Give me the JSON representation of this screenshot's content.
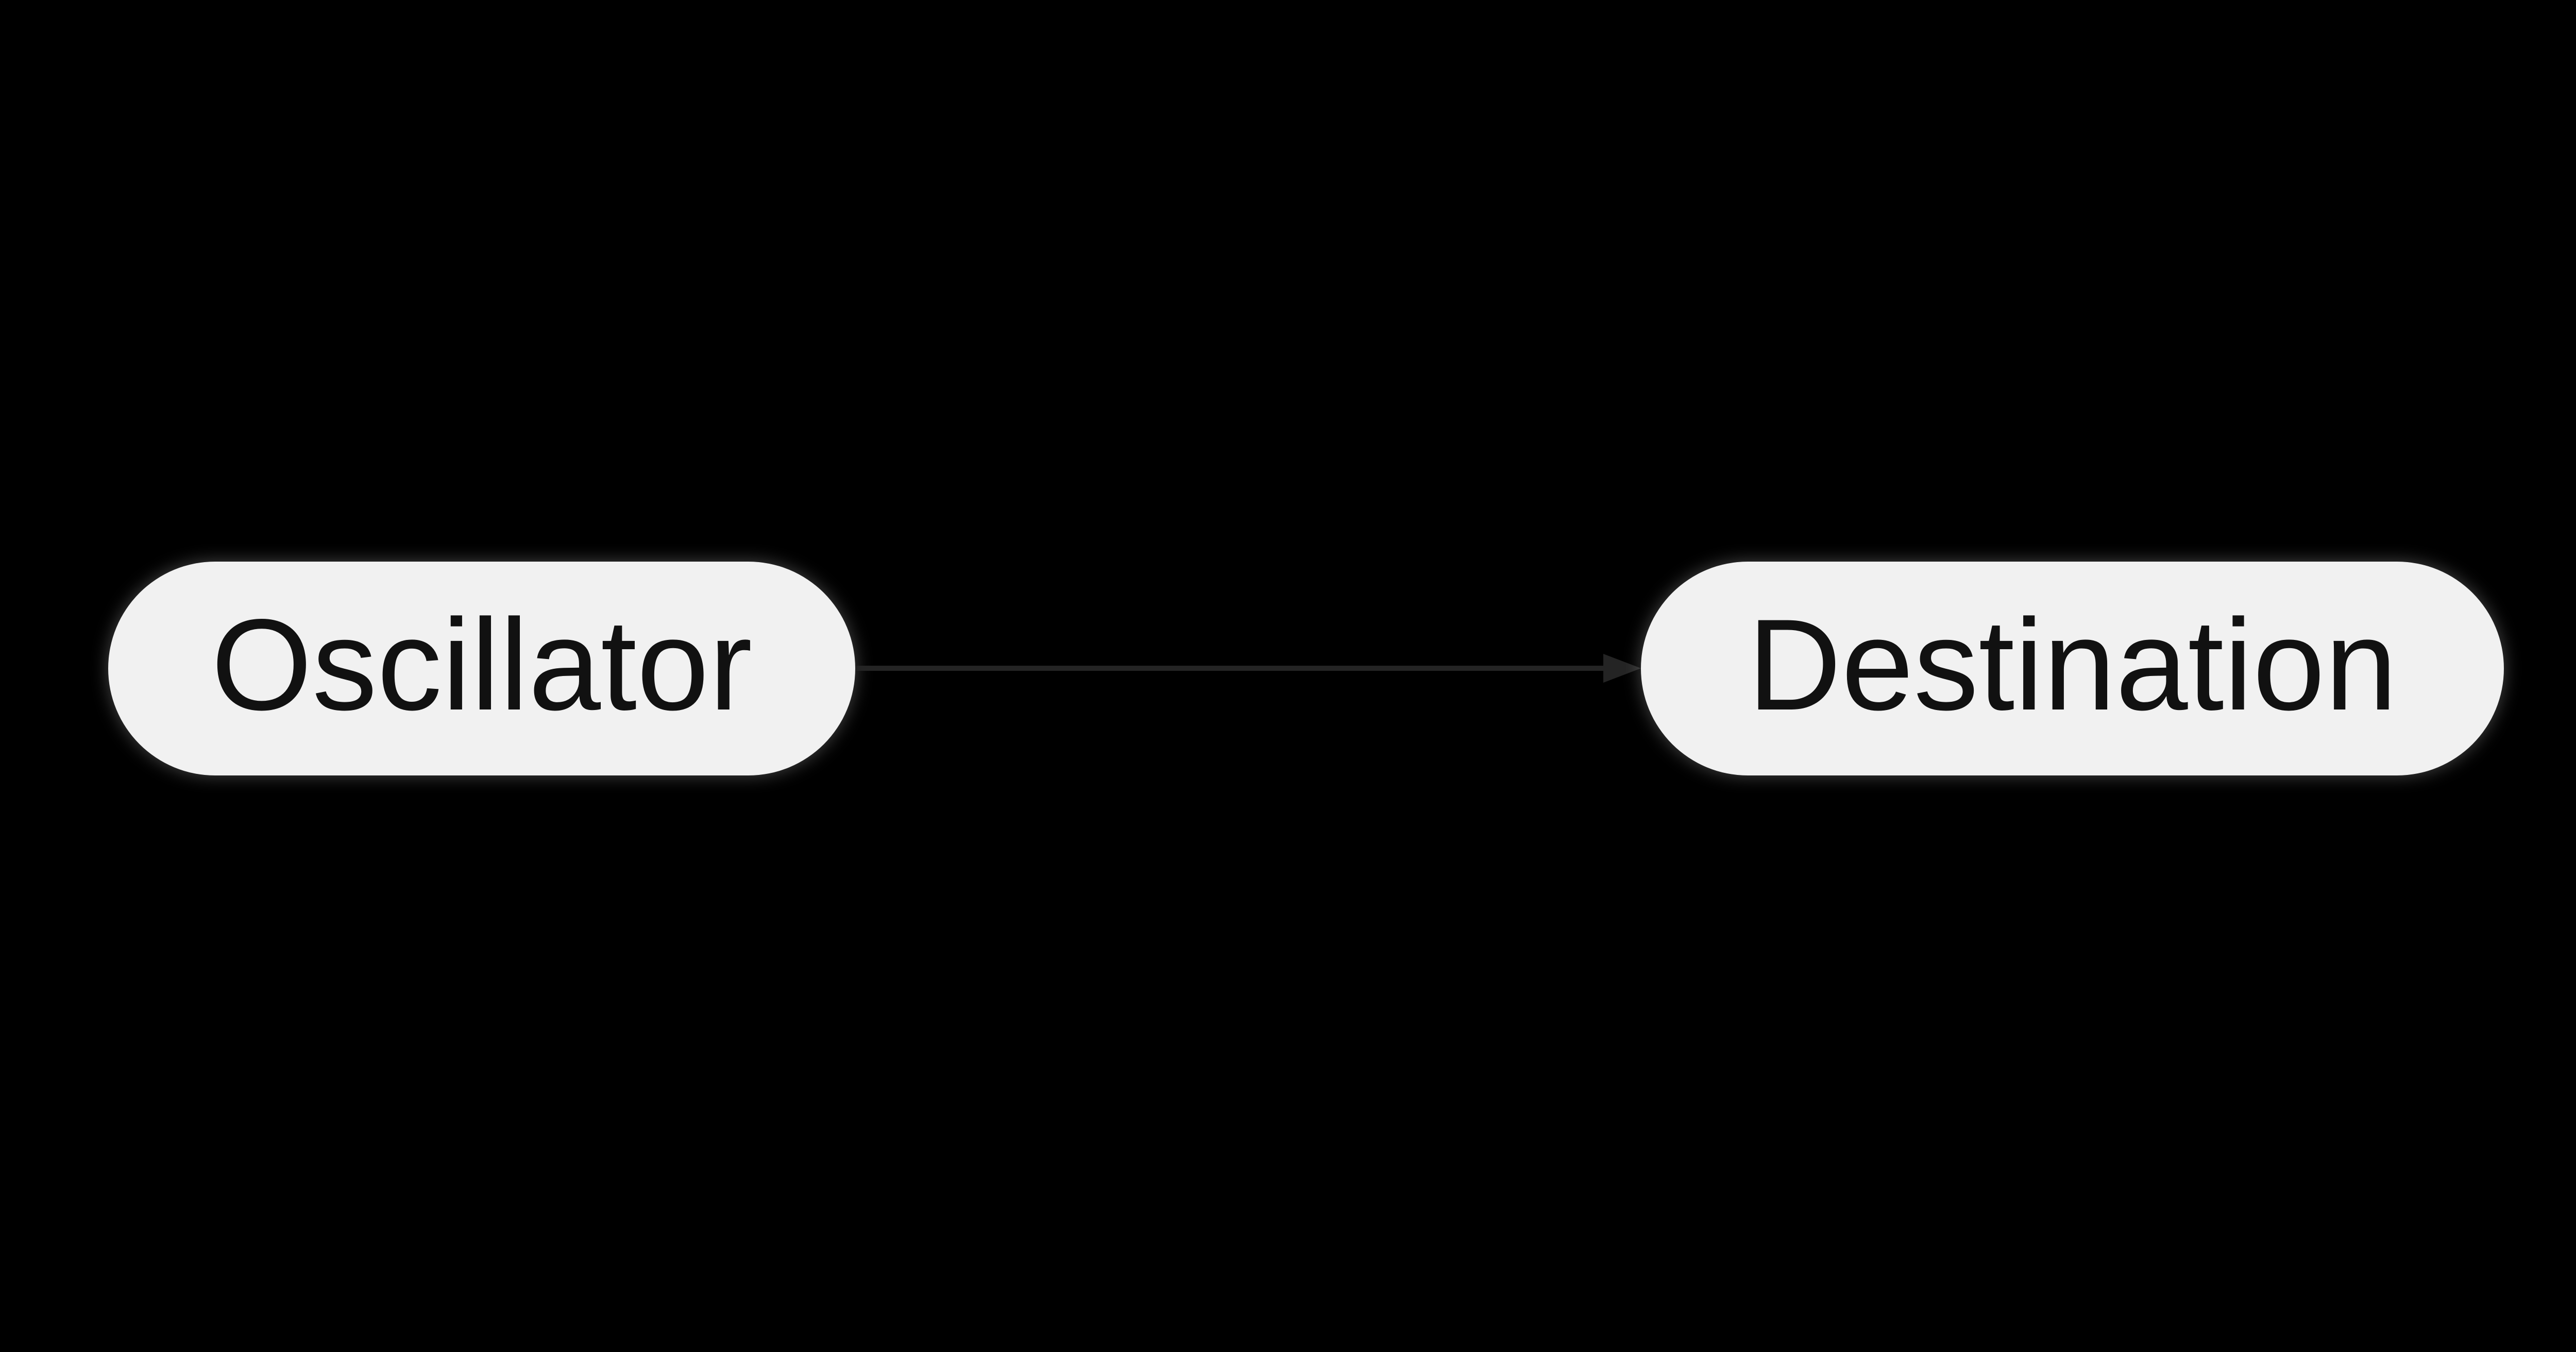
{
  "diagram": {
    "background_color": "#000000",
    "node_fill_color": "#f1f1f1",
    "node_text_color": "#111111",
    "nodes": [
      {
        "id": "oscillator",
        "label": "Oscillator"
      },
      {
        "id": "destination",
        "label": "Destination"
      }
    ],
    "edge": {
      "from": "oscillator",
      "to": "destination",
      "color": "#242424"
    }
  }
}
